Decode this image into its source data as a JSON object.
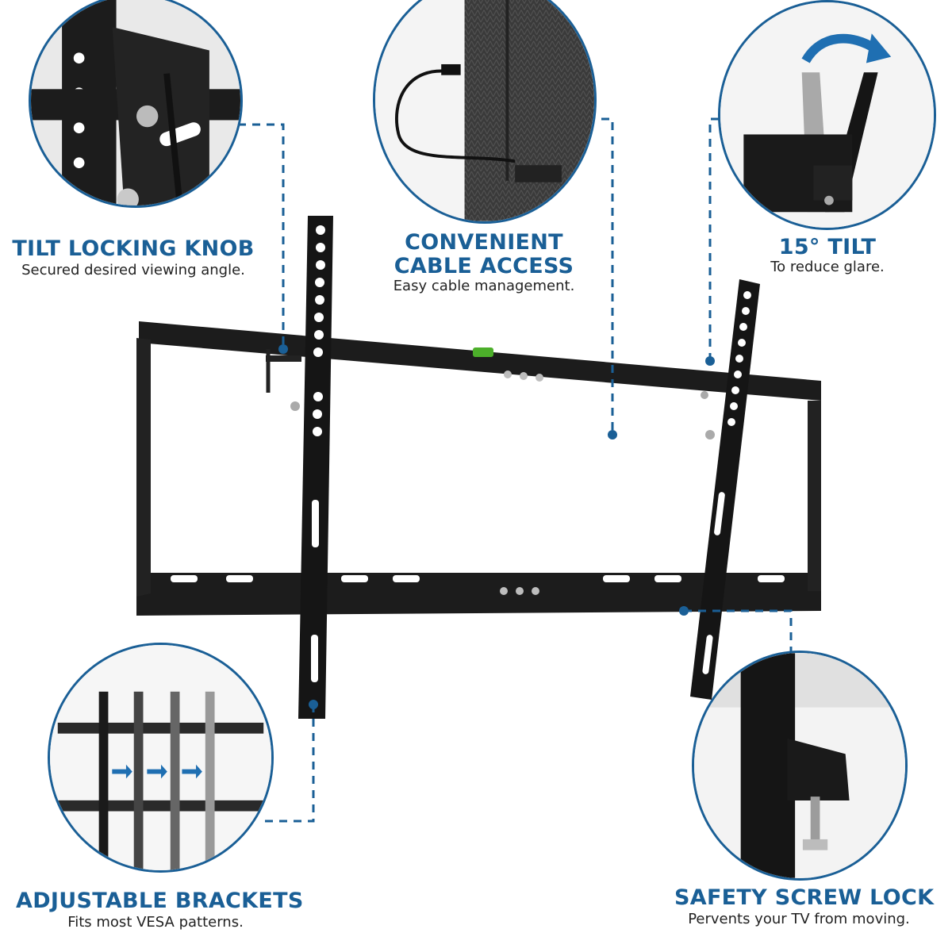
{
  "accent_color": "#1a5f96",
  "features": {
    "tilt_knob": {
      "title": "TILT LOCKING KNOB",
      "desc": "Secured desired viewing angle."
    },
    "cable": {
      "title_line1": "CONVENIENT",
      "title_line2": "CABLE ACCESS",
      "desc": "Easy cable management."
    },
    "tilt": {
      "title": "15° TILT",
      "desc": "To reduce glare."
    },
    "brackets": {
      "title": "ADJUSTABLE BRACKETS",
      "desc": "Fits most VESA patterns."
    },
    "safety": {
      "title": "SAFETY SCREW LOCK",
      "desc": "Pervents your TV from moving."
    }
  }
}
